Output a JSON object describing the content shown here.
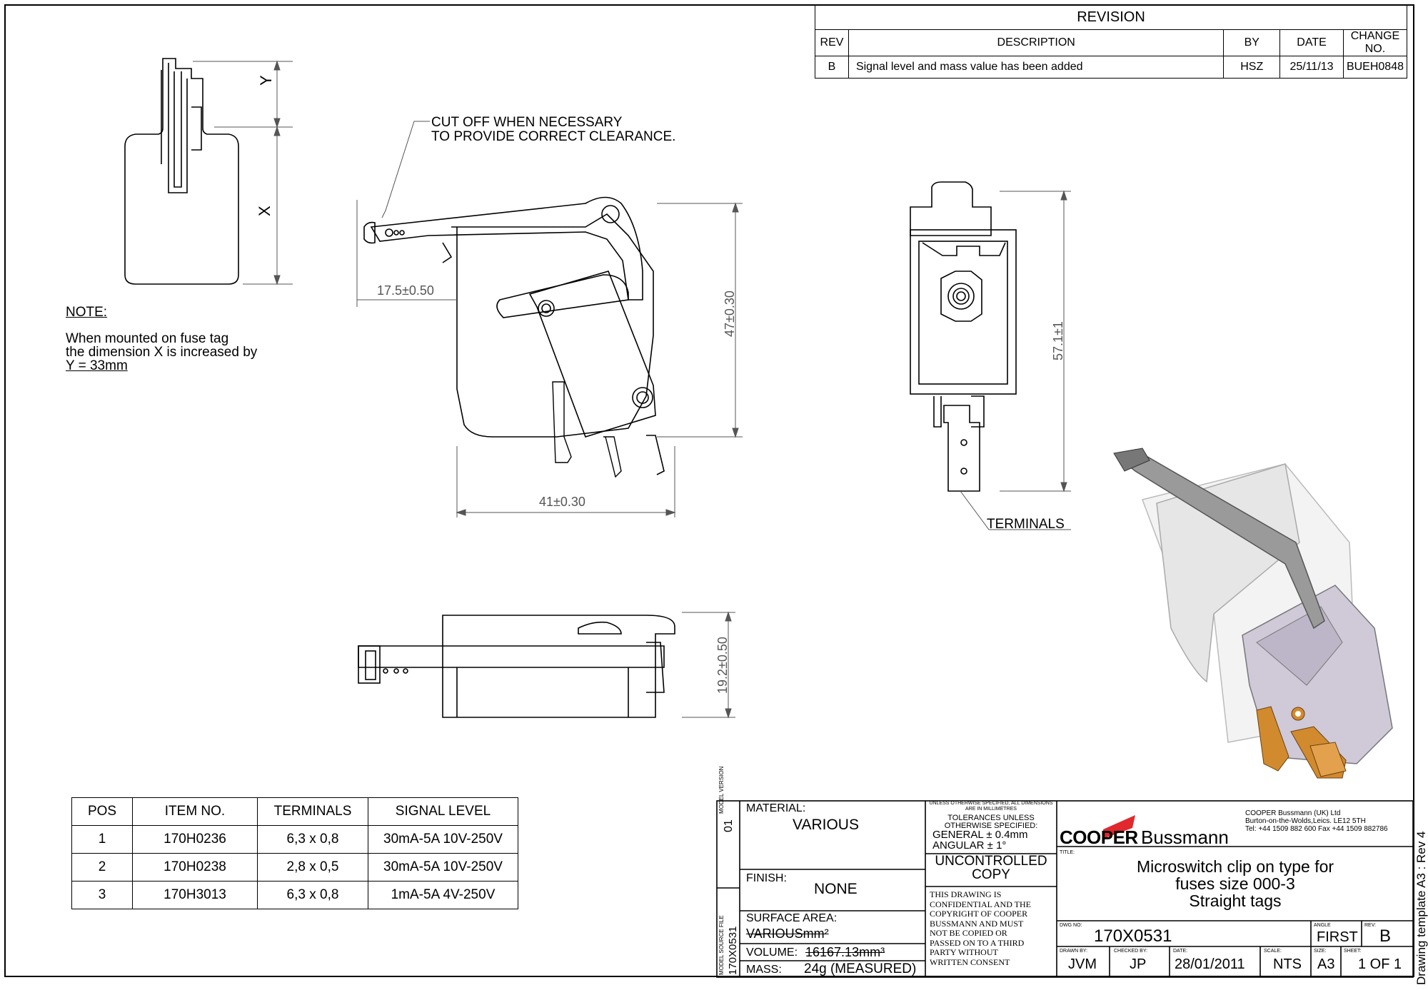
{
  "revision": {
    "title": "REVISION",
    "headers": [
      "REV",
      "DESCRIPTION",
      "BY",
      "DATE",
      "CHANGE NO."
    ],
    "rows": [
      [
        "B",
        "Signal level and mass value has been added",
        "HSZ",
        "25/11/13",
        "BUEH0848"
      ]
    ]
  },
  "annotations": {
    "cutoff_line1": "CUT OFF WHEN NECESSARY",
    "cutoff_line2": "TO PROVIDE CORRECT CLEARANCE.",
    "terminals": "TERMINALS",
    "dim_y": "Y",
    "dim_x": "X",
    "dim_17_5": "17.5±0.50",
    "dim_47": "47±0.30",
    "dim_41": "41±0.30",
    "dim_57_1": "57.1±1",
    "dim_19_2": "19.2±0.50"
  },
  "note": {
    "heading": "NOTE:",
    "line1": "When mounted on fuse tag",
    "line2": "the dimension X is increased by",
    "line3": "Y = 33mm"
  },
  "parts_table": {
    "headers": [
      "POS",
      "ITEM NO.",
      "TERMINALS",
      "SIGNAL LEVEL"
    ],
    "rows": [
      [
        "1",
        "170H0236",
        "6,3 x 0,8",
        "30mA-5A 10V-250V"
      ],
      [
        "2",
        "170H0238",
        "2,8 x 0,5",
        "30mA-5A 10V-250V"
      ],
      [
        "3",
        "170H3013",
        "6,3 x 0,8",
        "1mA-5A 4V-250V"
      ]
    ]
  },
  "title_block": {
    "model_version_label": "MODEL VERSION",
    "model_version": "01",
    "model_source_label": "MODEL SOURCE FILE",
    "model_source": "170X0531",
    "material_label": "MATERIAL:",
    "material": "VARIOUS",
    "finish_label": "FINISH:",
    "finish": "NONE",
    "surface_label": "SURFACE AREA:",
    "surface": "VARIOUSmm²",
    "volume_label": "VOLUME:",
    "volume": "16167.13mm³",
    "mass_label": "MASS:",
    "mass": "24g (MEASURED)",
    "dims_note_1": "UNLESS OTHERWISE SPECIFIED, ALL DIMENSIONS",
    "dims_note_2": "ARE IN MILLIMETRES",
    "tol_1": "TOLERANCES UNLESS",
    "tol_2": "OTHERWISE SPECIFIED:",
    "tol_general": "GENERAL ± 0.4mm",
    "tol_angular": "ANGULAR ± 1°",
    "uncontrolled_1": "UNCONTROLLED",
    "uncontrolled_2": "COPY",
    "confidential": [
      "THIS DRAWING IS",
      "CONFIDENTIAL AND THE",
      "COPYRIGHT OF COOPER",
      "BUSSMANN AND MUST",
      "NOT BE COPIED OR",
      "PASSED ON TO A THIRD",
      "PARTY WITHOUT",
      "WRITTEN CONSENT"
    ],
    "brand_1": "COOPER",
    "brand_2": "Bussmann",
    "company_1": "COOPER Bussmann (UK) Ltd",
    "company_2": "Burton-on-the-Wolds,Leics. LE12 5TH",
    "company_3": "Tel: +44 1509 882 600 Fax +44 1509 882786",
    "title_label": "TITLE:",
    "title_1": "Microswitch clip on type for",
    "title_2": "fuses size 000-3",
    "title_3": "Straight tags",
    "dwg_label": "DWG NO:",
    "dwg": "170X0531",
    "angle_label": "ANGLE",
    "angle": "FIRST",
    "rev_label": "REV:",
    "rev": "B",
    "drawn_label": "DRAWN BY:",
    "drawn": "JVM",
    "checked_label": "CHECKED BY:",
    "checked": "JP",
    "date_label": "DATE:",
    "date": "28/01/2011",
    "scale_label": "SCALE:",
    "scale": "NTS",
    "size_label": "SIZE:",
    "size": "A3",
    "sheet_label": "SHEET:",
    "sheet": "1 OF 1",
    "template": "Drawing template A3 : Rev 4"
  },
  "colors": {
    "brand_red": "#e0282d",
    "terminal_brass": "#d18a2e",
    "body_lavender": "#cfc9d8"
  }
}
